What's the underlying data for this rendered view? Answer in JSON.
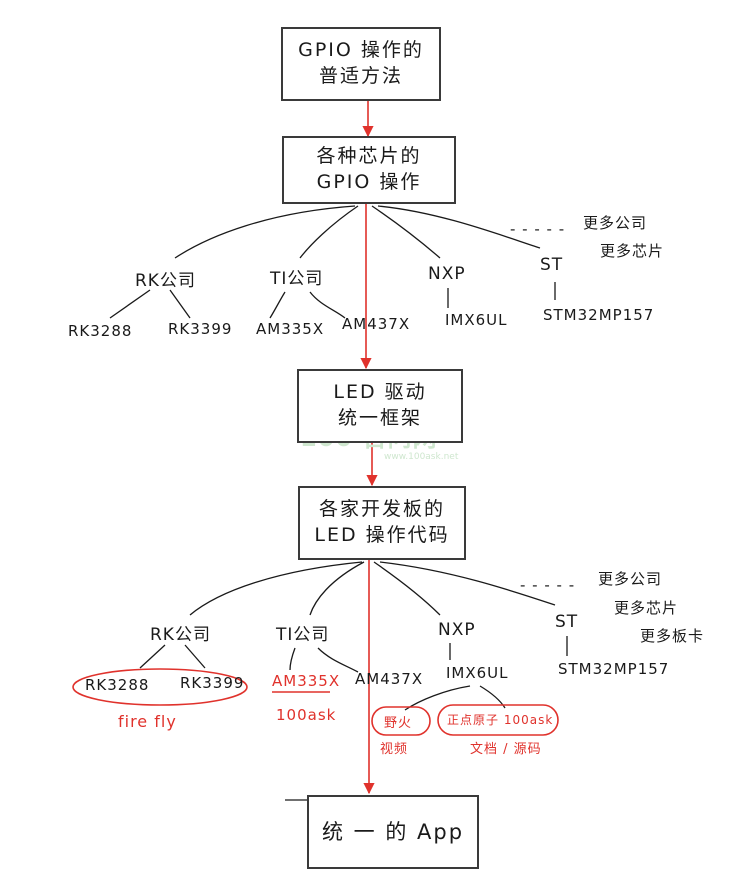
{
  "boxes": {
    "gpio_general": [
      "GPIO 操作的",
      "普适方法"
    ],
    "chip_gpio": [
      "各种芯片的",
      "GPIO 操作"
    ],
    "led_framework": [
      "LED 驱动",
      "统一框架"
    ],
    "board_led": [
      "各家开发板的",
      "LED 操作代码"
    ],
    "unified_app": [
      "统 一 的 App"
    ]
  },
  "tier1": {
    "more_companies": "更多公司",
    "more_chips": "更多芯片",
    "dashes": "- - - - -",
    "rk": {
      "name": "RK公司",
      "chips": [
        "RK3288",
        "RK3399"
      ]
    },
    "ti": {
      "name": "TI公司",
      "chips": [
        "AM335X",
        "AM437X"
      ]
    },
    "nxp": {
      "name": "NXP",
      "chips": [
        "IMX6UL"
      ]
    },
    "st": {
      "name": "ST",
      "chips": [
        "STM32MP157"
      ]
    }
  },
  "tier2": {
    "more_companies": "更多公司",
    "more_chips": "更多芯片",
    "more_boards": "更多板卡",
    "dashes": "- - - - -",
    "rk": {
      "name": "RK公司",
      "chips": [
        "RK3288",
        "RK3399"
      ],
      "note": "fire fly"
    },
    "ti": {
      "name": "TI公司",
      "chips": [
        "AM335X",
        "AM437X"
      ],
      "note": "100ask"
    },
    "nxp": {
      "name": "NXP",
      "chip": "IMX6UL",
      "boards": [
        {
          "name": "野火",
          "note": "视频"
        },
        {
          "name": "正点原子 100ask",
          "note": "文档 / 源码"
        }
      ]
    },
    "st": {
      "name": "ST",
      "chips": [
        "STM32MP157"
      ]
    }
  },
  "watermark": {
    "brand": "100 百问网",
    "url": "www.100ask.net"
  }
}
